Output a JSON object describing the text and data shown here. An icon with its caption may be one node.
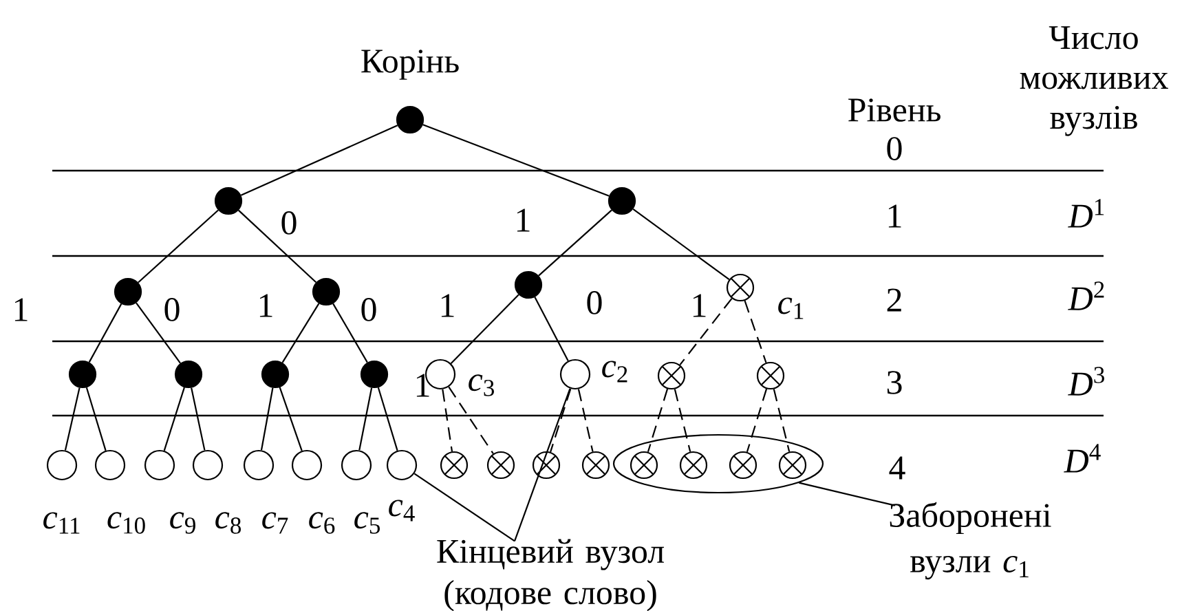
{
  "diagram": {
    "nodes": [
      {
        "text": [],
        "shape": "dot",
        "beside": [
          "Корінь"
        ]
      },
      {
        "text": [],
        "shape": "dot"
      },
      {
        "text": [],
        "shape": "dot"
      },
      {
        "text": [],
        "shape": "dot"
      },
      {
        "text": [],
        "shape": "dot"
      },
      {
        "text": [],
        "shape": "dot"
      },
      {
        "text": [],
        "shape": "crossed-circle",
        "beside": [
          "*c*$_{1}$"
        ]
      },
      {
        "text": [],
        "shape": "dot"
      },
      {
        "text": [],
        "shape": "dot"
      },
      {
        "text": [],
        "shape": "dot"
      },
      {
        "text": [],
        "shape": "dot"
      },
      {
        "text": [],
        "shape": "circle",
        "beside": [
          "*c*$_{3}$"
        ]
      },
      {
        "text": [],
        "shape": "circle",
        "beside": [
          "*c*$_{2}$"
        ]
      },
      {
        "text": [],
        "shape": "crossed-circle"
      },
      {
        "text": [],
        "shape": "crossed-circle"
      },
      {
        "text": [],
        "shape": "circle",
        "beside": [
          "*c*$_{11}$"
        ]
      },
      {
        "text": [],
        "shape": "circle",
        "beside": [
          "*c*$_{10}$"
        ]
      },
      {
        "text": [],
        "shape": "circle",
        "beside": [
          "*c*$_{9}$"
        ]
      },
      {
        "text": [],
        "shape": "circle",
        "beside": [
          "*c*$_{8}$"
        ]
      },
      {
        "text": [],
        "shape": "circle",
        "beside": [
          "*c*$_{7}$"
        ]
      },
      {
        "text": [],
        "shape": "circle",
        "beside": [
          "*c*$_{6}$"
        ]
      },
      {
        "text": [],
        "shape": "circle",
        "beside": [
          "*c*$_{5}$"
        ]
      },
      {
        "text": [],
        "shape": "circle",
        "beside": [
          "*c*$_{4}$"
        ]
      },
      {
        "text": [],
        "shape": "crossed-circle"
      },
      {
        "text": [],
        "shape": "crossed-circle"
      },
      {
        "text": [],
        "shape": "crossed-circle"
      },
      {
        "text": [],
        "shape": "crossed-circle"
      },
      {
        "text": [],
        "shape": "ellipse"
      },
      {
        "text": [],
        "shape": "crossed-circle",
        "in": 27
      },
      {
        "text": [],
        "shape": "crossed-circle",
        "in": 27
      },
      {
        "text": [],
        "shape": "crossed-circle",
        "in": 27
      },
      {
        "text": [],
        "shape": "crossed-circle",
        "in": 27
      },
      {
        "text": [
          "Кінцевий вузол (кодове слово)"
        ]
      },
      {
        "text": [
          "Заборонені вузли *c*$_{1}$"
        ]
      }
    ],
    "edges": [
      {
        "from": 0,
        "to": 1,
        "arrow": "none"
      },
      {
        "from": 0,
        "to": 2,
        "arrow": "none"
      },
      {
        "from": 1,
        "to": 3,
        "arrow": "none"
      },
      {
        "from": 1,
        "to": 4,
        "arrow": "none",
        "label": "0"
      },
      {
        "from": 2,
        "to": 5,
        "arrow": "none",
        "label": "1"
      },
      {
        "from": 2,
        "to": 6,
        "arrow": "none"
      },
      {
        "from": 3,
        "to": 7,
        "arrow": "none",
        "label": "1"
      },
      {
        "from": 3,
        "to": 8,
        "arrow": "none",
        "label": "0"
      },
      {
        "from": 4,
        "to": 9,
        "arrow": "none",
        "label": "1"
      },
      {
        "from": 4,
        "to": 10,
        "arrow": "none",
        "label": "0"
      },
      {
        "from": 5,
        "to": 11,
        "arrow": "none",
        "label": "1"
      },
      {
        "from": 5,
        "to": 12,
        "arrow": "none",
        "label": "0"
      },
      {
        "from": 6,
        "to": 13,
        "arrow": "none",
        "style": "dashed",
        "label": "1"
      },
      {
        "from": 6,
        "to": 14,
        "arrow": "none",
        "style": "dashed"
      },
      {
        "from": 7,
        "to": 15,
        "arrow": "none"
      },
      {
        "from": 7,
        "to": 16,
        "arrow": "none"
      },
      {
        "from": 8,
        "to": 17,
        "arrow": "none"
      },
      {
        "from": 8,
        "to": 18,
        "arrow": "none"
      },
      {
        "from": 9,
        "to": 19,
        "arrow": "none"
      },
      {
        "from": 9,
        "to": 20,
        "arrow": "none"
      },
      {
        "from": 10,
        "to": 21,
        "arrow": "none"
      },
      {
        "from": 10,
        "to": 22,
        "arrow": "none"
      },
      {
        "from": 11,
        "to": 23,
        "arrow": "none",
        "style": "dashed",
        "label": "1"
      },
      {
        "from": 11,
        "to": 24,
        "arrow": "none",
        "style": "dashed"
      },
      {
        "from": 12,
        "to": 25,
        "arrow": "none",
        "style": "dashed"
      },
      {
        "from": 12,
        "to": 26,
        "arrow": "none",
        "style": "dashed"
      },
      {
        "from": 13,
        "to": 28,
        "arrow": "none",
        "style": "dashed"
      },
      {
        "from": 13,
        "to": 29,
        "arrow": "none",
        "style": "dashed"
      },
      {
        "from": 14,
        "to": 30,
        "arrow": "none",
        "style": "dashed"
      },
      {
        "from": 14,
        "to": 31,
        "arrow": "none",
        "style": "dashed"
      },
      {
        "from": 32,
        "to": 22,
        "arrow": "none"
      },
      {
        "from": 32,
        "to": 12,
        "arrow": "none"
      },
      {
        "from": 33,
        "to": 27,
        "arrow": "none"
      }
    ],
    "labels": [
      "Число можливих вузлів",
      "Рівень",
      "0",
      "1",
      "*D*$^{1}$",
      "2",
      "*D*$^{2}$",
      "3",
      "*D*$^{3}$",
      "4",
      "*D*$^{4}$"
    ]
  }
}
